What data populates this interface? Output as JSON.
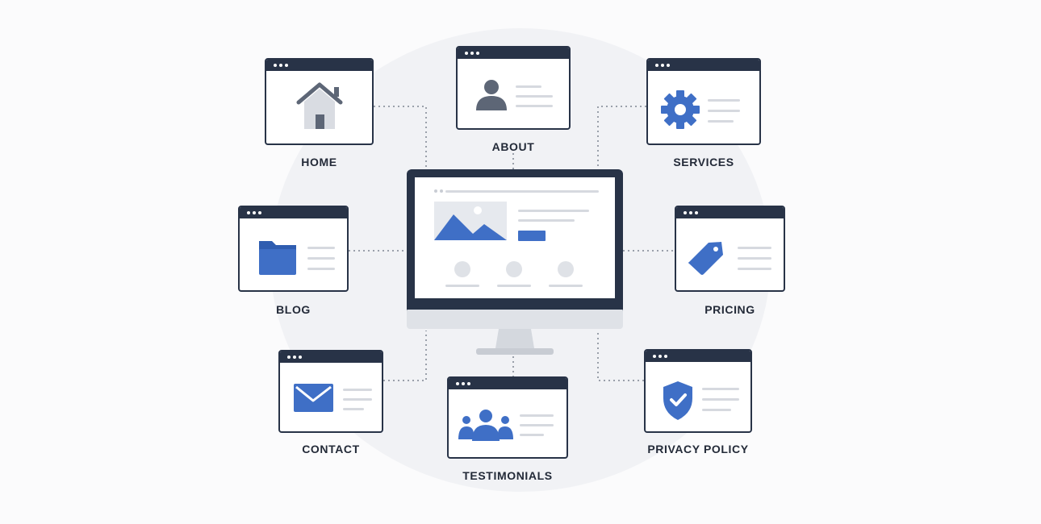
{
  "colors": {
    "frame": "#283347",
    "accent": "#3f6fc6",
    "gray_icon": "#5d6676",
    "line_gray": "#d6d9df",
    "dotted": "#9aa0aa",
    "background_circle": "#f1f2f5"
  },
  "center": {
    "icon": "desktop-monitor-icon"
  },
  "pages": [
    {
      "id": "home",
      "label": "HOME",
      "icon": "house-icon"
    },
    {
      "id": "about",
      "label": "ABOUT",
      "icon": "user-icon"
    },
    {
      "id": "services",
      "label": "SERVICES",
      "icon": "gear-icon"
    },
    {
      "id": "blog",
      "label": "BLOG",
      "icon": "folder-icon"
    },
    {
      "id": "pricing",
      "label": "PRICING",
      "icon": "price-tag-icon"
    },
    {
      "id": "contact",
      "label": "CONTACT",
      "icon": "envelope-icon"
    },
    {
      "id": "testimonials",
      "label": "TESTIMONIALS",
      "icon": "users-group-icon"
    },
    {
      "id": "privacy",
      "label": "PRIVACY POLICY",
      "icon": "shield-check-icon"
    }
  ]
}
